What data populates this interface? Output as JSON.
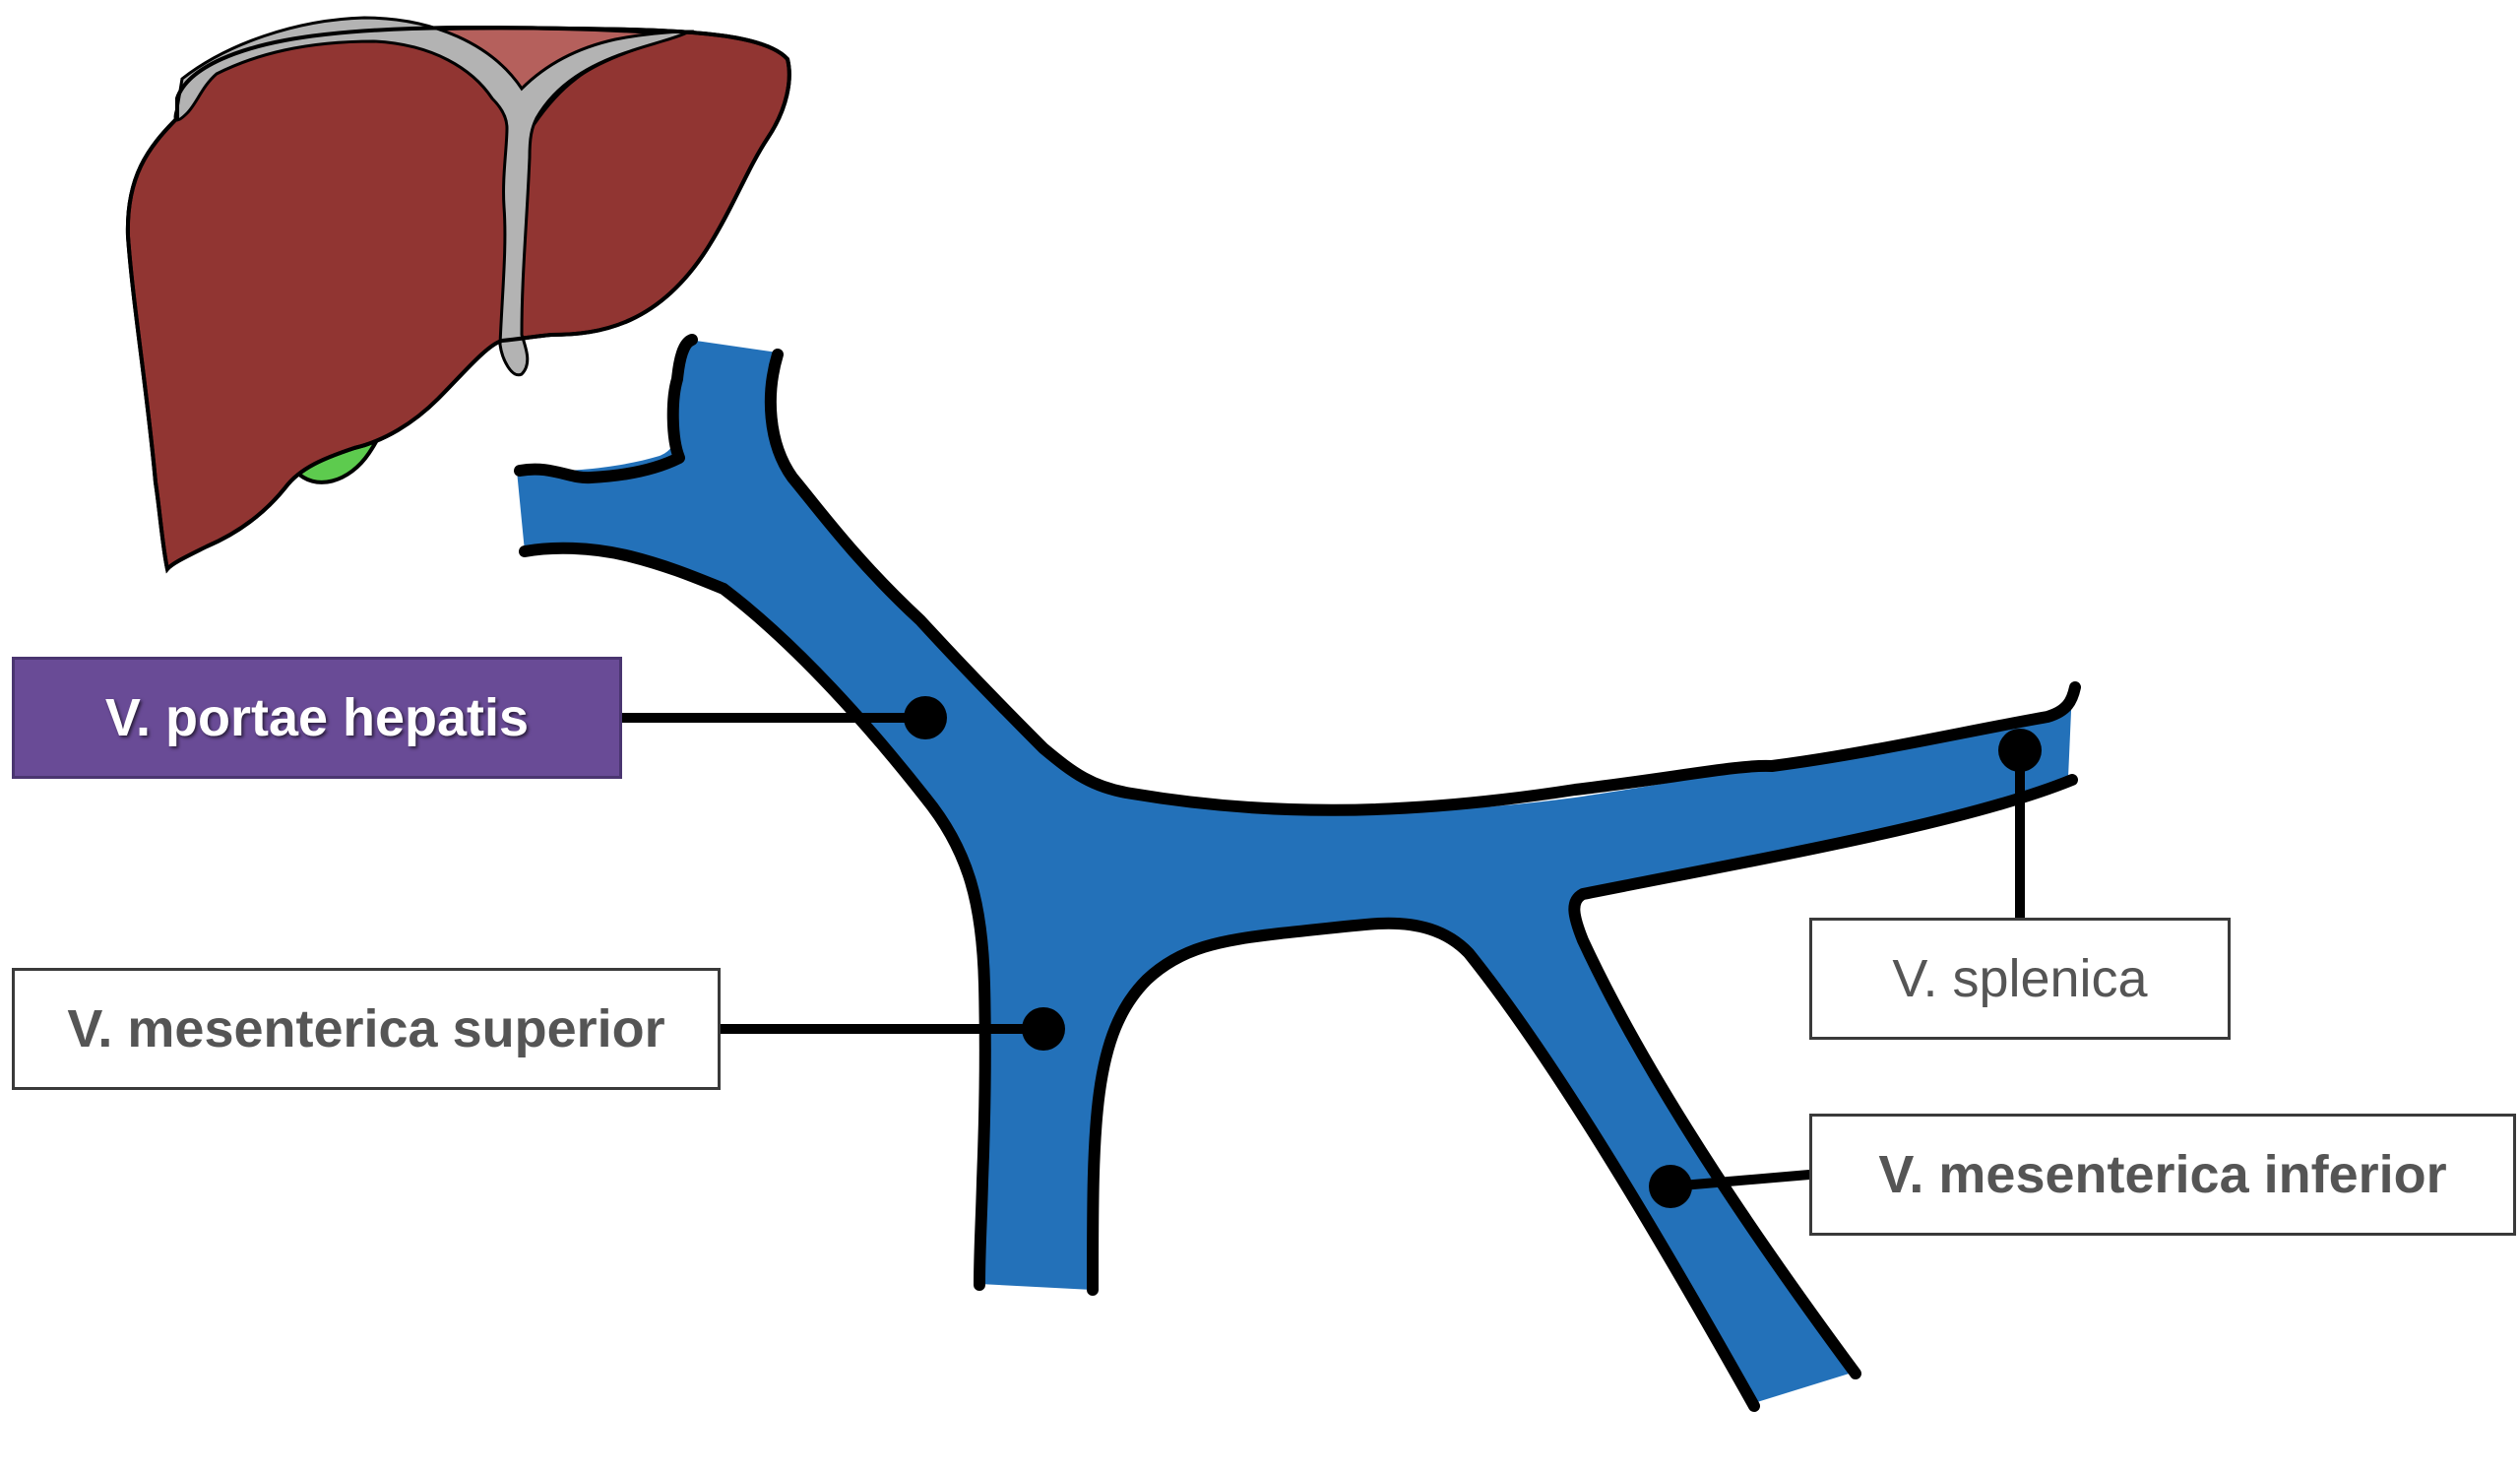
{
  "diagram": {
    "colors": {
      "vein": "#2371b9",
      "outline": "#000000",
      "liver": "#913532",
      "liver_upper": "#b5605c",
      "ligament": "#b3b3b3",
      "gallbladder": "#5dcb4e",
      "active_label": "#694b96",
      "label_text": "#555555"
    },
    "labels": [
      {
        "id": "portae",
        "text": "V. portae hepatis",
        "active": true,
        "bold": true
      },
      {
        "id": "mesenterica_superior",
        "text": "V. mesenterica superior",
        "active": false,
        "bold": true
      },
      {
        "id": "splenica",
        "text": "V. splenica",
        "active": false,
        "bold": false
      },
      {
        "id": "mesenterica_inferior",
        "text": "V. mesenterica inferior",
        "active": false,
        "bold": true
      }
    ]
  }
}
